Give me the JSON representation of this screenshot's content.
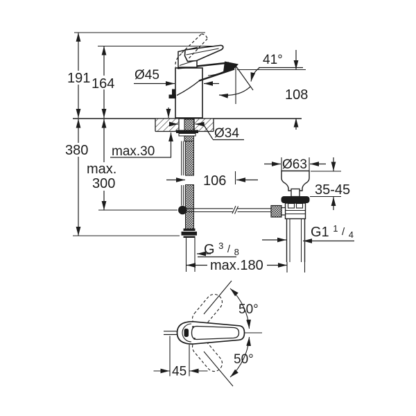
{
  "drawing": {
    "title": "faucet-dimension-drawing",
    "labels": {
      "height_total": "191",
      "height_to_lever": "164",
      "under_counter": "380",
      "max_line1": "max.",
      "max_line2": "300",
      "deck_thickness": "max.30",
      "body_diameter": "Ø45",
      "hole_diameter": "Ø34",
      "spout_angle": "41°",
      "spout_height": "108",
      "spout_reach": "106",
      "waste_flange_diameter": "Ø63",
      "mounting_range": "35-45",
      "supply_thread_g": "G",
      "supply_thread_num": "3",
      "supply_thread_slash": "/",
      "supply_thread_den": "8",
      "waste_thread_g": "G1",
      "waste_thread_num": "1",
      "waste_thread_slash": "/",
      "waste_thread_den": "4",
      "hose_span": "max.180",
      "swing_upper": "50°",
      "swing_lower": "50°",
      "lever_reach": "45"
    }
  }
}
